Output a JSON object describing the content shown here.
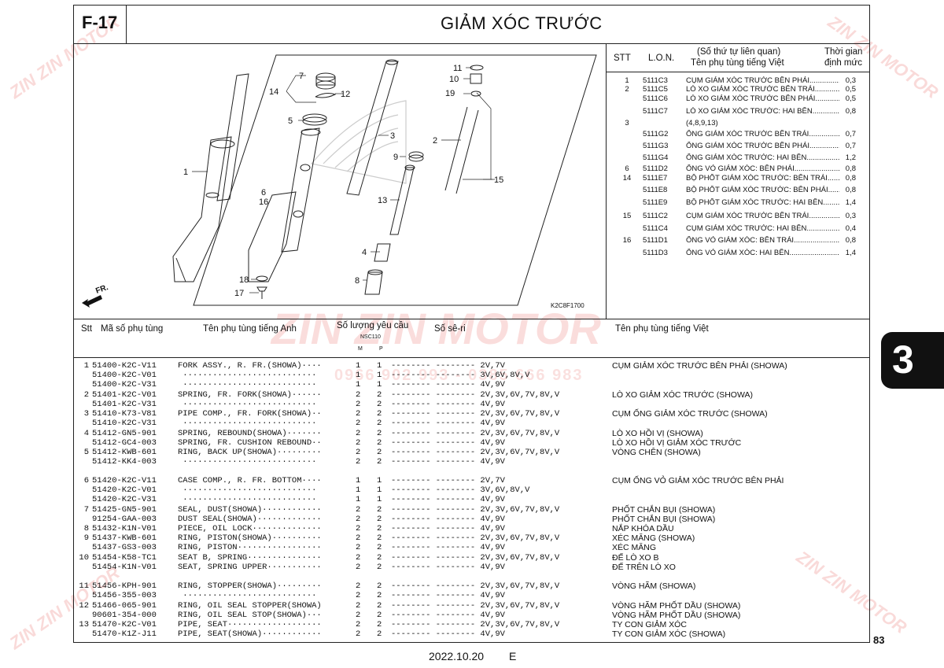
{
  "header": {
    "code": "F-17",
    "title": "GIẢM XÓC TRƯỚC"
  },
  "ref_table": {
    "headers": {
      "stt": "STT",
      "lon": "L.O.N.",
      "name_line1": "(Số thứ tự liên quan)",
      "name_line2": "Tên phụ tùng tiếng Việt",
      "time_line1": "Thời gian",
      "time_line2": "định mức"
    },
    "rows": [
      {
        "stt": "1",
        "lon": "5111C3",
        "name": "CỤM GIẢM XÓC TRƯỚC BÊN PHẢI",
        "time": "0,3"
      },
      {
        "stt": "2",
        "lon": "5111C5",
        "name": "LÒ XO GIẢM XÓC TRƯỚC BÊN TRÁI",
        "time": "0,5"
      },
      {
        "stt": "",
        "lon": "5111C6",
        "name": "LÒ XO GIẢM XÓC TRƯỚC BÊN PHẢI",
        "time": "0,5"
      },
      {
        "stt": "",
        "lon": "5111C7",
        "name": "LÒ XO GIẢM XÓC TRƯỚC: HAI BÊN",
        "time": "0,8"
      },
      {
        "stt": "3",
        "lon": "",
        "name": "(4,8,9,13)",
        "time": ""
      },
      {
        "stt": "",
        "lon": "5111G2",
        "name": "ỐNG GIẢM XÓC TRƯỚC BÊN TRÁI",
        "time": "0,7"
      },
      {
        "stt": "",
        "lon": "5111G3",
        "name": "ỐNG GIẢM XÓC TRƯỚC BÊN PHẢI",
        "time": "0,7"
      },
      {
        "stt": "",
        "lon": "5111G4",
        "name": "ỐNG GIẢM XÓC TRƯỚC: HAI BÊN",
        "time": "1,2"
      },
      {
        "stt": "6",
        "lon": "5111D2",
        "name": "ỐNG VỎ GIẢM XÓC: BÊN PHẢI",
        "time": "0,8"
      },
      {
        "stt": "14",
        "lon": "5111E7",
        "name": "BỘ PHỐT GIẢM XÓC TRƯỚC: BÊN TRÁI",
        "time": "0,8"
      },
      {
        "stt": "",
        "lon": "5111E8",
        "name": "BỘ PHỐT GIẢM XÓC TRƯỚC: BÊN PHẢI",
        "time": "0,8"
      },
      {
        "stt": "",
        "lon": "5111E9",
        "name": "BỘ PHỐT GIẢM XÓC TRƯỚC: HAI BÊN",
        "time": "1,4"
      },
      {
        "stt": "15",
        "lon": "5111C2",
        "name": "CỤM GIẢM XÓC TRƯỚC BÊN TRÁI",
        "time": "0,3"
      },
      {
        "stt": "",
        "lon": "5111C4",
        "name": "CỤM GIẢM XÓC TRƯỚC: HAI BÊN",
        "time": "0,4"
      },
      {
        "stt": "16",
        "lon": "5111D1",
        "name": "ỐNG VỎ GIẢM XÓC: BÊN TRÁI",
        "time": "0,8"
      },
      {
        "stt": "",
        "lon": "5111D3",
        "name": "ỐNG VỎ GIẢM XÓC: HAI BÊN",
        "time": "1,4"
      }
    ]
  },
  "diagram": {
    "callouts": [
      "1",
      "2",
      "3",
      "4",
      "5",
      "6",
      "7",
      "8",
      "9",
      "10",
      "11",
      "12",
      "13",
      "14",
      "15",
      "16",
      "17",
      "18",
      "19"
    ],
    "front_label": "FR.",
    "figure_code": "K2C8F1700"
  },
  "parts_table": {
    "headers": {
      "stt": "Stt",
      "part_no": "Mã số phụ tùng",
      "en": "Tên phụ tùng tiếng Anh",
      "qty": "Số lượng yêu cầu",
      "model": "NSC110",
      "m": "M",
      "p": "P",
      "serial": "Số sê-ri",
      "vn": "Tên phụ tùng tiếng Việt"
    },
    "rows": [
      {
        "no": "1",
        "part": "51400-K2C-V11",
        "desc": "FORK ASSY., R. FR.(SHOWA)····",
        "m": "1",
        "p": "1",
        "ser": "-------- -------- 2V,7V",
        "vn": "CỤM GIẢM XÓC TRƯỚC BÊN PHẢI (SHOWA)"
      },
      {
        "no": "",
        "part": "51400-K2C-V01",
        "desc": " ···························",
        "m": "1",
        "p": "1",
        "ser": "-------- -------- 3V,6V,8V,V",
        "vn": ""
      },
      {
        "no": "",
        "part": "51400-K2C-V31",
        "desc": " ···························",
        "m": "1",
        "p": "1",
        "ser": "-------- -------- 4V,9V",
        "vn": ""
      },
      {
        "no": "2",
        "part": "51401-K2C-V01",
        "desc": "SPRING, FR. FORK(SHOWA)······",
        "m": "2",
        "p": "2",
        "ser": "-------- -------- 2V,3V,6V,7V,8V,V",
        "vn": "LÒ XO GIẢM XÓC TRƯỚC (SHOWA)"
      },
      {
        "no": "",
        "part": "51401-K2C-V31",
        "desc": " ···························",
        "m": "2",
        "p": "2",
        "ser": "-------- -------- 4V,9V",
        "vn": ""
      },
      {
        "no": "3",
        "part": "51410-K73-V81",
        "desc": "PIPE COMP., FR. FORK(SHOWA)··",
        "m": "2",
        "p": "2",
        "ser": "-------- -------- 2V,3V,6V,7V,8V,V",
        "vn": "CỤM ỐNG GIẢM XÓC TRƯỚC (SHOWA)"
      },
      {
        "no": "",
        "part": "51410-K2C-V31",
        "desc": " ···························",
        "m": "2",
        "p": "2",
        "ser": "-------- -------- 4V,9V",
        "vn": ""
      },
      {
        "no": "4",
        "part": "51412-GN5-901",
        "desc": "SPRING, REBOUND(SHOWA)·······",
        "m": "2",
        "p": "2",
        "ser": "-------- -------- 2V,3V,6V,7V,8V,V",
        "vn": "LÒ XO HỒI VỊ (SHOWA)"
      },
      {
        "no": "",
        "part": "51412-GC4-003",
        "desc": "SPRING, FR. CUSHION REBOUND··",
        "m": "2",
        "p": "2",
        "ser": "-------- -------- 4V,9V",
        "vn": "LÒ XO HỒI VỊ GIẢM XÓC TRƯỚC"
      },
      {
        "no": "5",
        "part": "51412-KWB-601",
        "desc": "RING, BACK UP(SHOWA)·········",
        "m": "2",
        "p": "2",
        "ser": "-------- -------- 2V,3V,6V,7V,8V,V",
        "vn": "VÒNG CHÊN (SHOWA)"
      },
      {
        "no": "",
        "part": "51412-KK4-003",
        "desc": " ···························",
        "m": "2",
        "p": "2",
        "ser": "-------- -------- 4V,9V",
        "vn": ""
      },
      {
        "no": "6",
        "part": "51420-K2C-V11",
        "desc": "CASE COMP., R. FR. BOTTOM····",
        "m": "1",
        "p": "1",
        "ser": "-------- -------- 2V,7V",
        "vn": "CỤM ỐNG VỎ GIẢM XÓC TRƯỚC BÊN PHẢI"
      },
      {
        "no": "",
        "part": "51420-K2C-V01",
        "desc": " ···························",
        "m": "1",
        "p": "1",
        "ser": "-------- -------- 3V,6V,8V,V",
        "vn": ""
      },
      {
        "no": "",
        "part": "51420-K2C-V31",
        "desc": " ···························",
        "m": "1",
        "p": "1",
        "ser": "-------- -------- 4V,9V",
        "vn": ""
      },
      {
        "no": "7",
        "part": "51425-GN5-901",
        "desc": "SEAL, DUST(SHOWA)············",
        "m": "2",
        "p": "2",
        "ser": "-------- -------- 2V,3V,6V,7V,8V,V",
        "vn": "PHỐT CHẮN BỤI (SHOWA)"
      },
      {
        "no": "",
        "part": "91254-GAA-003",
        "desc": "DUST SEAL(SHOWA)·············",
        "m": "2",
        "p": "2",
        "ser": "-------- -------- 4V,9V",
        "vn": "PHỐT CHẮN BỤI (SHOWA)"
      },
      {
        "no": "8",
        "part": "51432-K1N-V01",
        "desc": "PIECE, OIL LOCK··············",
        "m": "2",
        "p": "2",
        "ser": "-------- -------- 4V,9V",
        "vn": "NẮP KHÓA DẦU"
      },
      {
        "no": "9",
        "part": "51437-KWB-601",
        "desc": "RING, PISTON(SHOWA)··········",
        "m": "2",
        "p": "2",
        "ser": "-------- -------- 2V,3V,6V,7V,8V,V",
        "vn": "XÉC MĂNG (SHOWA)"
      },
      {
        "no": "",
        "part": "51437-GS3-003",
        "desc": "RING, PISTON·················",
        "m": "2",
        "p": "2",
        "ser": "-------- -------- 4V,9V",
        "vn": "XÉC MĂNG"
      },
      {
        "no": "10",
        "part": "51454-K58-TC1",
        "desc": "SEAT B, SPRING···············",
        "m": "2",
        "p": "2",
        "ser": "-------- -------- 2V,3V,6V,7V,8V,V",
        "vn": "ĐẾ LÒ XO B"
      },
      {
        "no": "",
        "part": "51454-K1N-V01",
        "desc": "SEAT, SPRING UPPER···········",
        "m": "2",
        "p": "2",
        "ser": "-------- -------- 4V,9V",
        "vn": "ĐẾ TRÊN LÒ XO"
      },
      {
        "no": "11",
        "part": "51456-KPH-901",
        "desc": "RING, STOPPER(SHOWA)·········",
        "m": "2",
        "p": "2",
        "ser": "-------- -------- 2V,3V,6V,7V,8V,V",
        "vn": "VÒNG HÃM (SHOWA)"
      },
      {
        "no": "",
        "part": "51456-355-003",
        "desc": " ···························",
        "m": "2",
        "p": "2",
        "ser": "-------- -------- 4V,9V",
        "vn": ""
      },
      {
        "no": "12",
        "part": "51466-065-901",
        "desc": "RING, OIL SEAL STOPPER(SHOWA)",
        "m": "2",
        "p": "2",
        "ser": "-------- -------- 2V,3V,6V,7V,8V,V",
        "vn": "VÒNG HÃM PHỐT DẦU (SHOWA)"
      },
      {
        "no": "",
        "part": "90601-354-000",
        "desc": "RING, OIL SEAL STOP(SHOWA)···",
        "m": "2",
        "p": "2",
        "ser": "-------- -------- 4V,9V",
        "vn": "VÒNG HÃM PHỐT DẦU (SHOWA)"
      },
      {
        "no": "13",
        "part": "51470-K2C-V01",
        "desc": "PIPE, SEAT···················",
        "m": "2",
        "p": "2",
        "ser": "-------- -------- 2V,3V,6V,7V,8V,V",
        "vn": "TY CON GIẢM XÓC"
      },
      {
        "no": "",
        "part": "51470-K1Z-J11",
        "desc": "PIPE, SEAT(SHOWA)············",
        "m": "2",
        "p": "2",
        "ser": "-------- -------- 4V,9V",
        "vn": "TY CON GIẢM XÓC (SHOWA)"
      }
    ]
  },
  "side_tab": "3",
  "footer": {
    "page": "83",
    "date": "2022.10.20",
    "edition": "E"
  },
  "watermark": {
    "brand": "ZIN ZIN MOTOR",
    "phone": "0966 902 993 - 0385 666 983"
  }
}
